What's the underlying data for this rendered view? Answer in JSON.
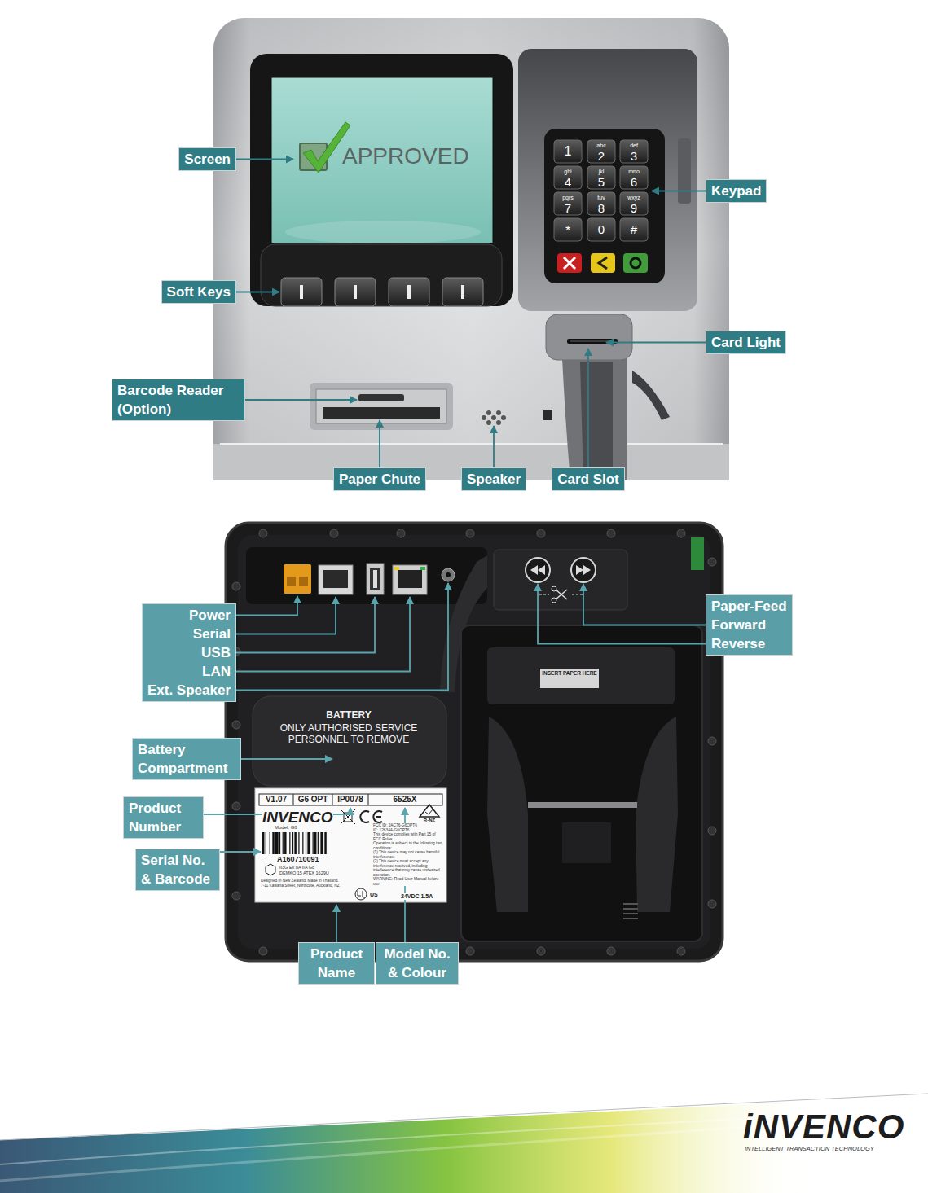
{
  "diagram": {
    "nodes": [
      {
        "text": [
          "Screen"
        ]
      },
      {
        "text": [
          "Keypad"
        ]
      },
      {
        "text": [
          "Soft Keys"
        ]
      },
      {
        "text": [
          "Card Light"
        ]
      },
      {
        "text": [
          "Barcode Reader (Option)"
        ]
      },
      {
        "text": [
          "Paper Chute"
        ]
      },
      {
        "text": [
          "Speaker"
        ]
      },
      {
        "text": [
          "Card Slot"
        ]
      },
      {
        "text": [
          "Power",
          "Serial",
          "USB",
          "LAN",
          "Ext. Speaker"
        ]
      },
      {
        "text": [
          "Paper-Feed",
          "Forward",
          "Reverse"
        ]
      },
      {
        "text": [
          "Battery Compartment"
        ]
      },
      {
        "text": [
          "Product Number"
        ]
      },
      {
        "text": [
          "Serial No. & Barcode"
        ]
      },
      {
        "text": [
          "Product Name"
        ]
      },
      {
        "text": [
          "Model No. & Colour"
        ]
      }
    ],
    "labels": [
      "APPROVED",
      "1",
      "abc",
      "2",
      "def",
      "3",
      "ghi",
      "4",
      "jkl",
      "5",
      "mno",
      "6",
      "pqrs",
      "7",
      "tuv",
      "8",
      "wxyz",
      "9",
      "*",
      "0",
      "#",
      "BATTERY",
      "ONLY AUTHORISED SERVICE PERSONNEL TO REMOVE",
      "V1.07",
      "G6 OPT",
      "IP0078",
      "6525X",
      "INVENCO",
      "Model: G6",
      "FCC ID: 2AC76-G6OPT6",
      "IC: 12634A-G6OPT6",
      "This device complies with Part 15 of FCC Rules.",
      "Operation is subject to the following two conditions:",
      "(1) This device may not cause harmful interference.",
      "(2) This device must accept any interference received, including interference that may cause undesired operation.",
      "WARNING: Read User Manual before use",
      "R-NZ",
      "A160710091",
      "II3G Ex nA IIA Gc",
      "DEMKO 15 ATEX 1629U",
      "Designed in New Zealand. Made in Thailand.",
      "7-11 Kawana Street, Northcote, Auckland, NZ",
      "US",
      "24VDC 1.5A",
      "INSERT PAPER HERE",
      "iNVENCO",
      "INTELLIGENT TRANSACTION TECHNOLOGY"
    ]
  }
}
